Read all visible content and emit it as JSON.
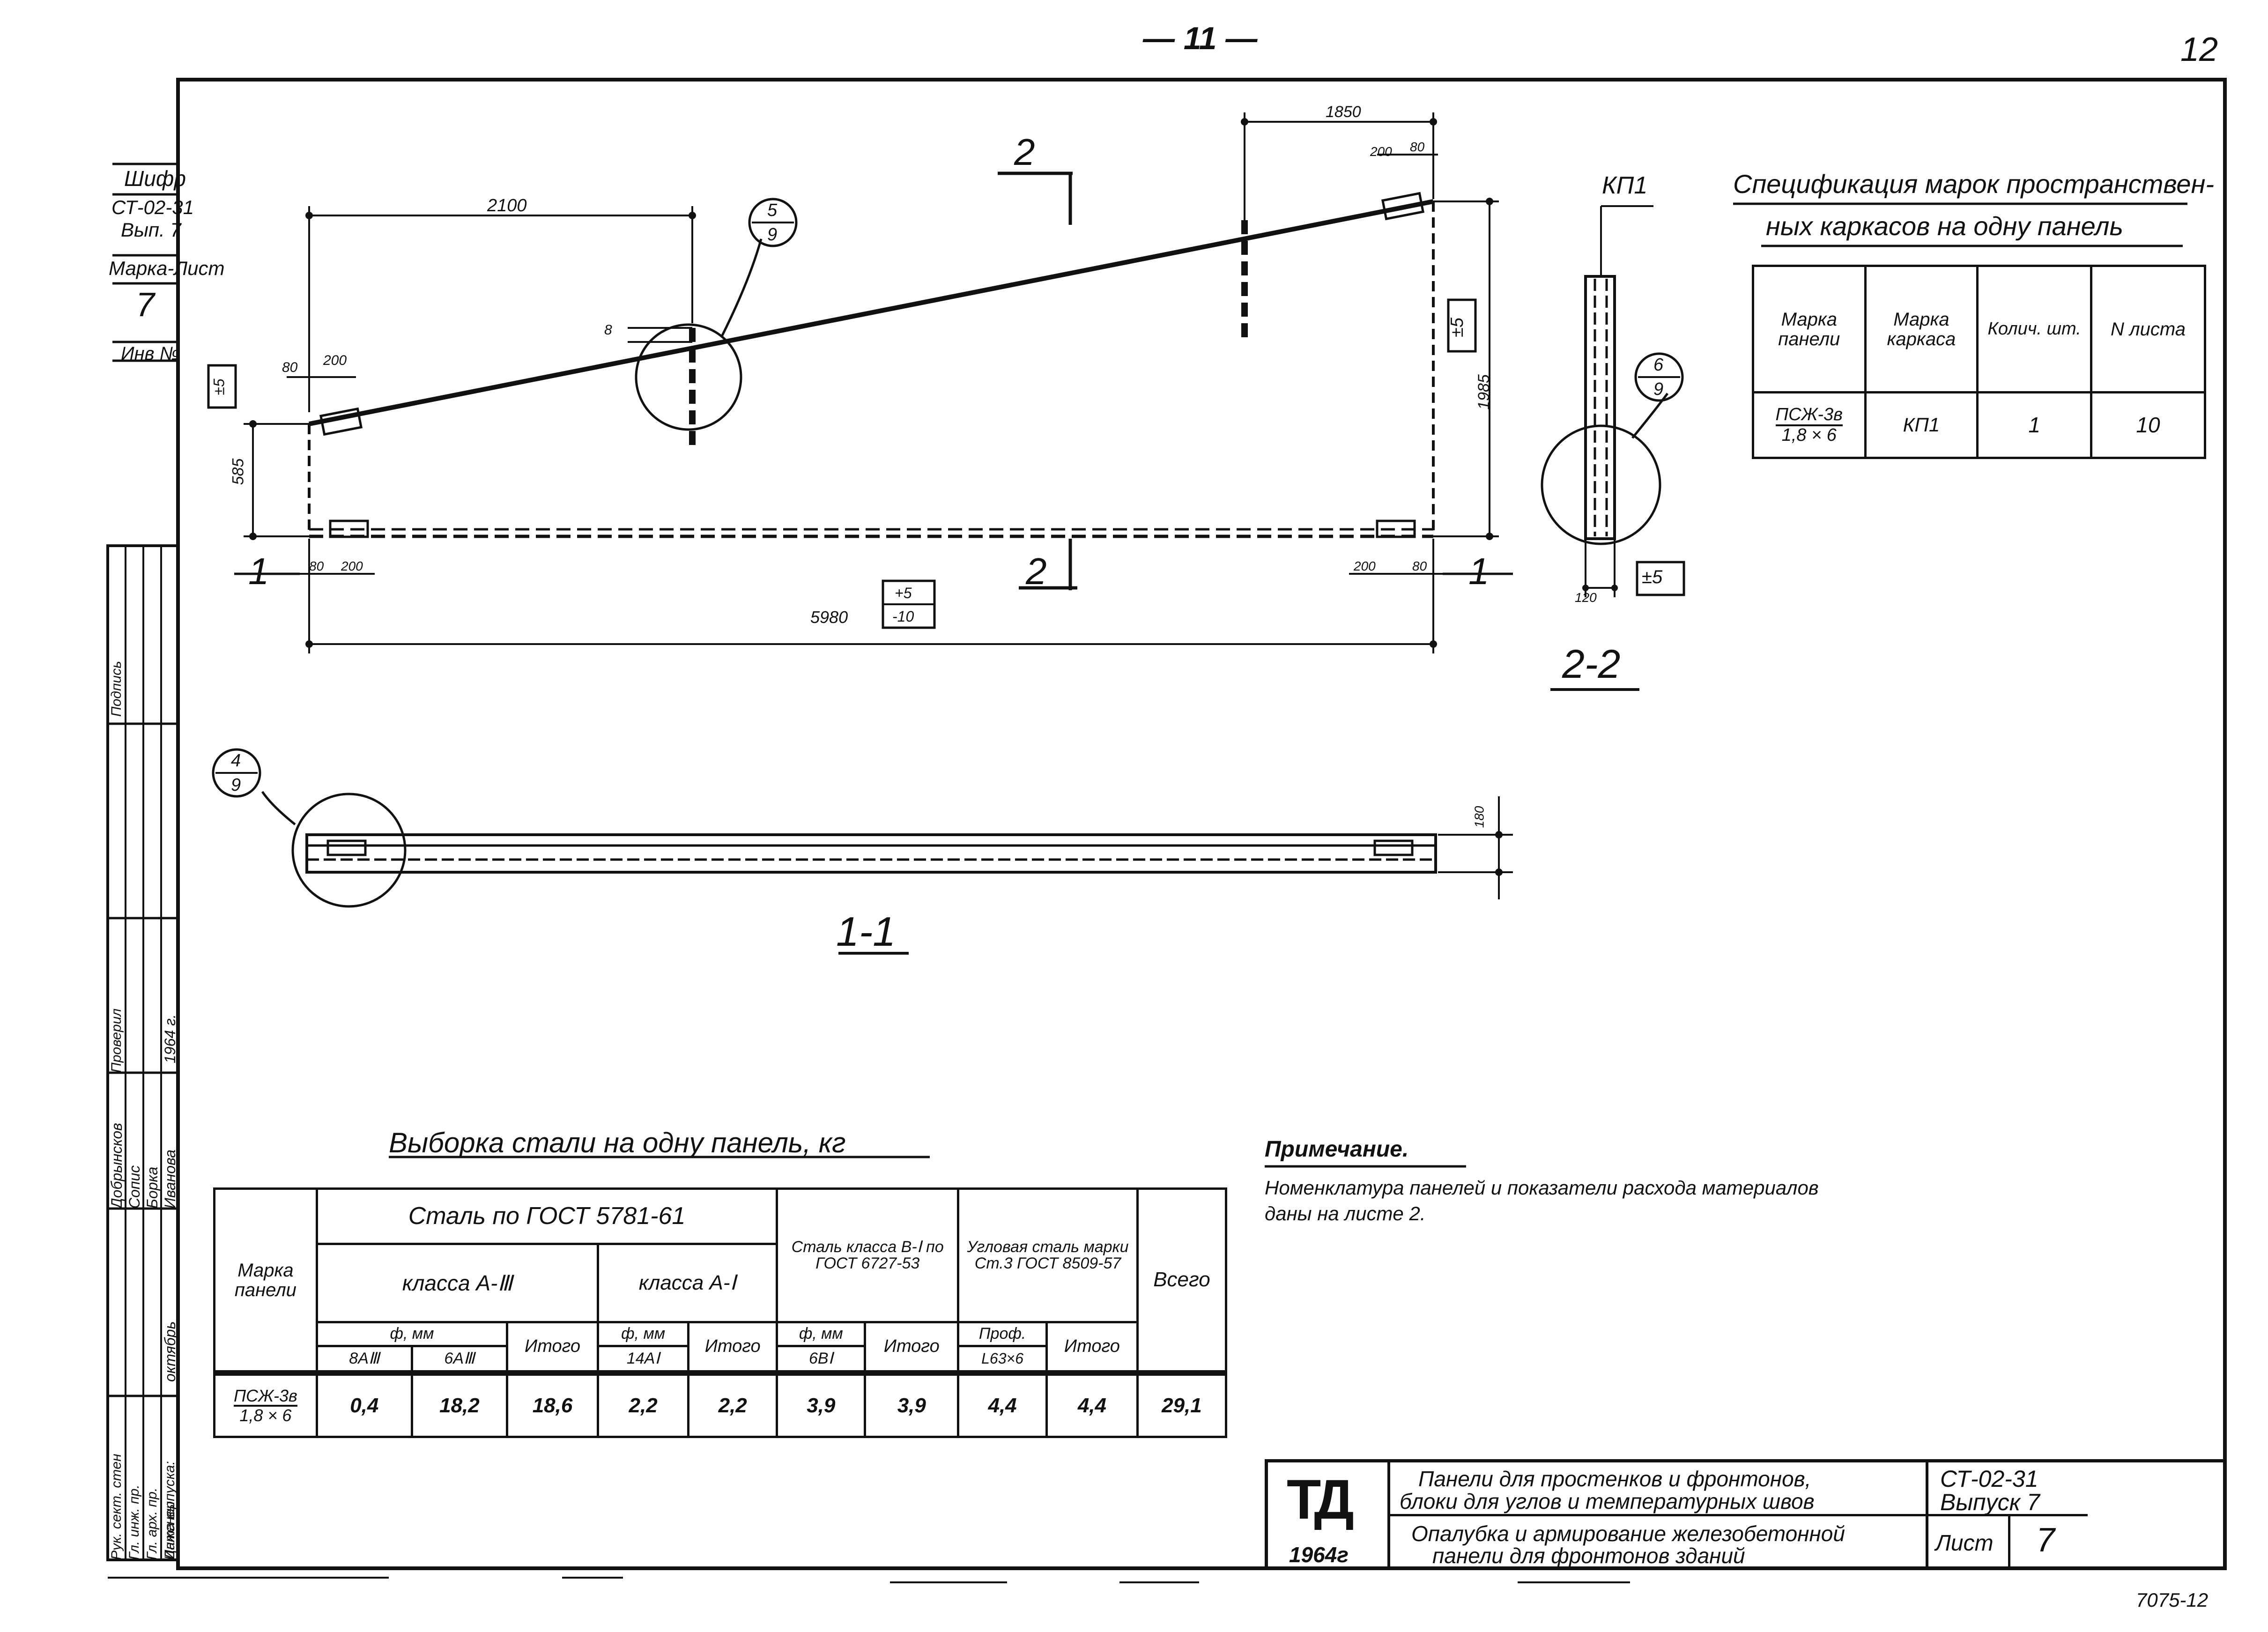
{
  "sheet": {
    "page_number_top": "— 11 —",
    "sheet_number_corner": "12",
    "bottom_corner": "7075-12"
  },
  "left_stamp": {
    "shifr_label": "Шифр",
    "shifr_value": "СТ-02-31",
    "issue": "Вып. 7",
    "mark_sheet_label": "Марка-Лист",
    "mark_sheet_value": "7",
    "inv_label": "Инв №",
    "roles": [
      "Рук. сект. стен",
      "Гл. инж. пр.",
      "Гл. арх. пр.",
      "Инженер",
      "Дата выпуска:"
    ],
    "names": [
      "Добрынсков",
      "Сопис",
      "Борка",
      "Иванова",
      "1964 г."
    ],
    "date": "октябрь",
    "signature_cols": [
      "Подпись",
      "Проверил"
    ]
  },
  "drawing": {
    "view_front": {
      "section_mark_top": "2",
      "section_mark_bottom": "2",
      "section_mark_left": "1",
      "section_mark_right": "1",
      "dims": {
        "top_left": "2100",
        "top_right": "1850",
        "top_right_small": [
          "200",
          "80"
        ],
        "left_small": [
          "80",
          "200"
        ],
        "gap": "8",
        "left_height": "585",
        "right_height": "1985",
        "bottom_left_small": [
          "80",
          "200"
        ],
        "bottom_right_small": [
          "200",
          "80"
        ],
        "total": "5980",
        "tol_total": [
          "+5",
          "-10"
        ],
        "tol_left": "±5",
        "tol_right": "±5"
      },
      "callout_top": {
        "num": "5",
        "den": "9"
      }
    },
    "view_plan": {
      "title": "1-1",
      "dim_thickness": "180",
      "callout": {
        "num": "4",
        "den": "9"
      }
    },
    "section_22": {
      "title": "2-2",
      "frame_label": "КП1",
      "dim_width": "120",
      "tol": "±5",
      "callout": {
        "num": "6",
        "den": "9"
      }
    }
  },
  "spec_frames": {
    "title_line1": "Спецификация марок пространствен-",
    "title_line2": "ных каркасов на одну панель",
    "headers": [
      "Марка панели",
      "Марка каркаса",
      "Колич. шт.",
      "N листа"
    ],
    "row": {
      "panel": "ПСЖ-3в",
      "panel_size": "1,8 × 6",
      "frame": "КП1",
      "qty": "1",
      "sheet": "10"
    }
  },
  "steel_table": {
    "title": "Выборка стали на одну панель, кг",
    "h_mark": "Марка панели",
    "h_gost5781": "Сталь по ГОСТ 5781-61",
    "h_classA3": "класса А-Ⅲ",
    "h_classA1": "класса А-Ⅰ",
    "h_classB1": "Сталь класса В-Ⅰ по ГОСТ 6727-53",
    "h_angle": "Угловая сталь марки Ст.3 ГОСТ 8509-57",
    "h_total": "Всего",
    "h_dia": "ф, мм",
    "h_sum": "Итого",
    "h_prof": "Проф.",
    "sub": [
      "8АⅢ",
      "6АⅢ",
      "14АⅠ",
      "6ВⅠ",
      "L63×6"
    ],
    "row": {
      "mark": "ПСЖ-3в",
      "size": "1,8 × 6",
      "values": [
        "0,4",
        "18,2",
        "18,6",
        "2,2",
        "2,2",
        "3,9",
        "3,9",
        "4,4",
        "4,4",
        "29,1"
      ]
    }
  },
  "note": {
    "title": "Примечание.",
    "text_line1": "Номенклатура панелей и показатели расхода материалов",
    "text_line2": "даны на листе 2."
  },
  "title_block": {
    "logo": "ТД",
    "year": "1964г",
    "title_line1": "Панели для простенков и фронтонов,",
    "title_line2": "блоки для углов и температурных швов",
    "subtitle_line1": "Опалубка и армирование железобетонной",
    "subtitle_line2": "панели для фронтонов зданий",
    "code": "СТ-02-31",
    "issue": "Выпуск 7",
    "sheet_label": "Лист",
    "sheet_value": "7"
  }
}
